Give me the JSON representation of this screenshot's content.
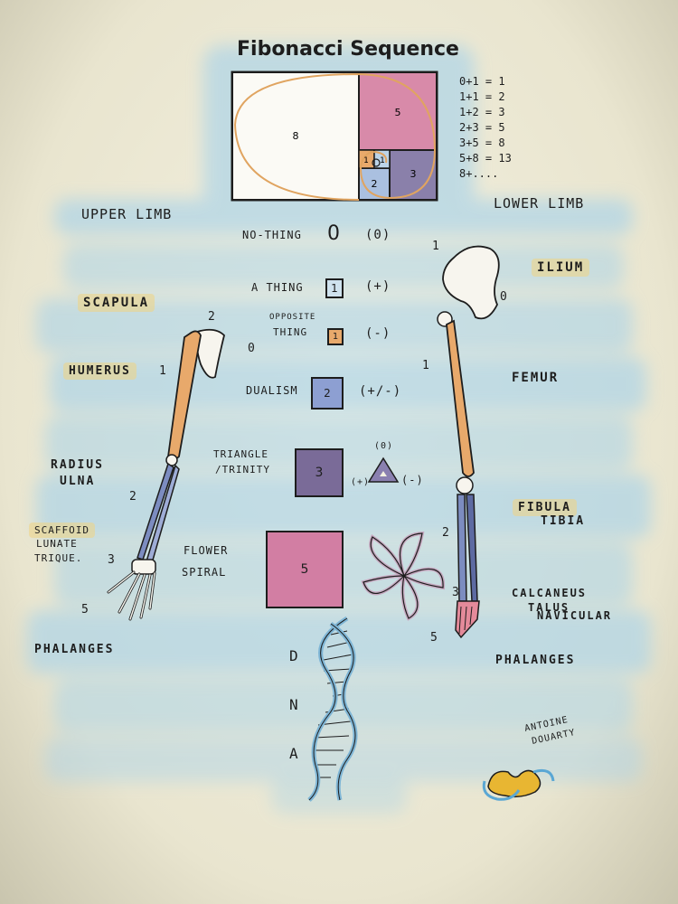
{
  "title": "Fibonacci Sequence",
  "spiral_squares": [
    "8",
    "5",
    "3",
    "2",
    "1",
    "1"
  ],
  "equations": [
    "0+1 = 1",
    "1+1 = 2",
    "1+2 = 3",
    "2+3 = 5",
    "3+5 = 8",
    "5+8 = 13",
    "8+...."
  ],
  "headings": {
    "upper_limb": "UPPER LIMB",
    "lower_limb": "LOWER LIMB"
  },
  "center_rows": [
    {
      "label": "NO-THING",
      "box": "0",
      "sign": "(0)"
    },
    {
      "label": "A THING",
      "box": "1",
      "sign": "(+)"
    },
    {
      "label_line1": "OPPOSITE",
      "label_line2": "THING",
      "box": "1",
      "sign": "(-)"
    },
    {
      "label": "DUALISM",
      "box": "2",
      "sign": "(+/-)"
    },
    {
      "label_line1": "TRIANGLE",
      "label_line2": "/TRINITY",
      "box": "3"
    },
    {
      "label_line1": "FLOWER",
      "label_line2": "SPIRAL",
      "box": "5"
    }
  ],
  "triangle_signs": {
    "top": "(0)",
    "left": "(+)",
    "right": "(-)"
  },
  "dna_letters": [
    "D",
    "N",
    "A"
  ],
  "upper_limb": {
    "scapula": "SCAPULA",
    "humerus": "HUMERUS",
    "radius": "RADIUS",
    "ulna": "ULNA",
    "carpals_1": "SCAFFOID",
    "carpals_2": "LUNATE",
    "carpals_3": "TRIQUE.",
    "phalanges": "PHALANGES",
    "counts": {
      "scapula": "2",
      "zero": "0",
      "humerus": "1",
      "radius_ulna": "2",
      "carpals": "3",
      "phalanges": "5"
    }
  },
  "lower_limb": {
    "ilium": "ILIUM",
    "femur": "FEMUR",
    "fibula": "FIBULA",
    "tibia": "TIBIA",
    "tarsals_1": "CALCANEUS",
    "tarsals_2": "TALUS",
    "tarsals_3": "NAVICULAR",
    "phalanges": "PHALANGES",
    "counts": {
      "ilium": "1",
      "zero": "0",
      "femur": "1",
      "fibula_tibia": "2",
      "tarsals": "3",
      "phalanges": "5"
    }
  },
  "signature": {
    "line1": "ANTOINE",
    "line2": "DOUARTY"
  },
  "colors": {
    "wash_blue": "#a9d3e9",
    "bone": "#e8a96b",
    "lower_bone": "#7c8cc0",
    "pink": "#c9507d",
    "purple": "#6b5a8c",
    "highlight": "#f0d482"
  }
}
